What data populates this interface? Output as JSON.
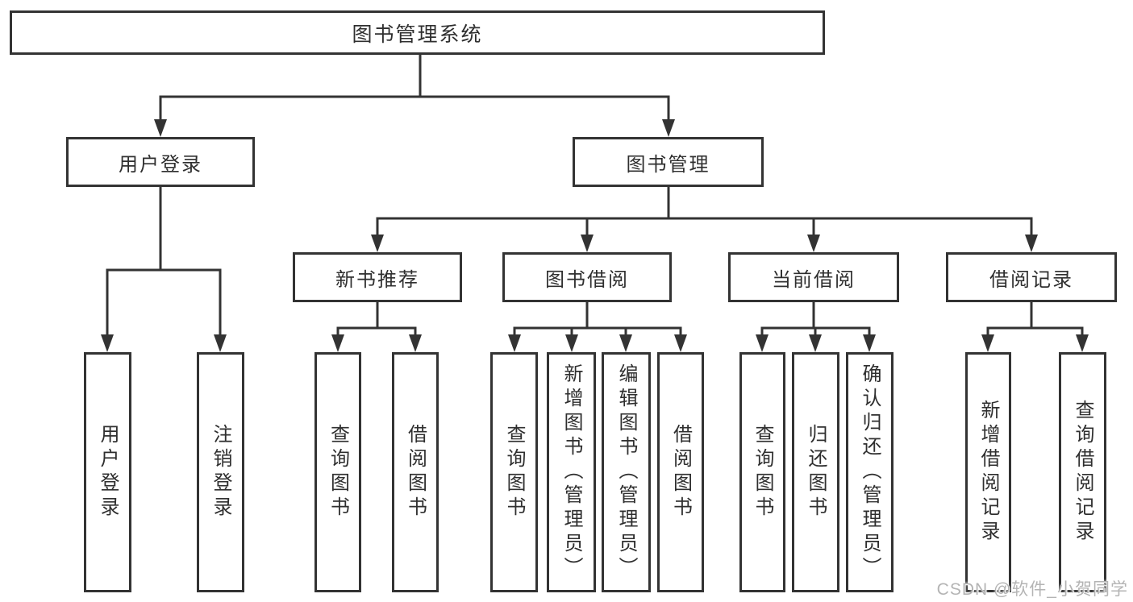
{
  "tree": {
    "root": "图书管理系统",
    "branches": [
      {
        "label": "用户登录",
        "leaves": [
          "用户登录",
          "注销登录"
        ]
      },
      {
        "label": "图书管理",
        "categories": [
          {
            "label": "新书推荐",
            "leaves": [
              "查询图书",
              "借阅图书"
            ]
          },
          {
            "label": "图书借阅",
            "leaves": [
              "查询图书",
              "新增图书（管理员）",
              "编辑图书（管理员）",
              "借阅图书"
            ]
          },
          {
            "label": "当前借阅",
            "leaves": [
              "查询图书",
              "归还图书",
              "确认归还（管理员）"
            ]
          },
          {
            "label": "借阅记录",
            "leaves": [
              "新增借阅记录",
              "查询借阅记录"
            ]
          }
        ]
      }
    ]
  },
  "watermark": "CSDN @软件_小贺同学",
  "colors": {
    "line": "#333333",
    "text": "#2f2f2f",
    "watermark": "#b4b4b4",
    "background": "#ffffff"
  }
}
